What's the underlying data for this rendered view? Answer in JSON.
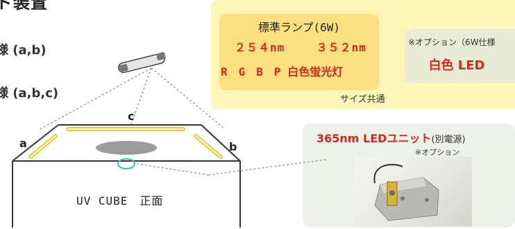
{
  "title": "ド装置",
  "specs": [
    "様 (a,b)",
    "様 (a,b,c)"
  ],
  "lamp_box": {
    "title": "標準ランプ(6W)",
    "wavelength_1": "２５４nm",
    "wavelength_2": "３５２nm",
    "types": "R　G　B　P",
    "white_lamp": "白色蛍光灯"
  },
  "option_box": {
    "label": "※オプション（6W仕様",
    "led": "白色 LED"
  },
  "size_common": "サイズ共通",
  "led_unit": {
    "title": "365nm LEDユニット",
    "sub": "(別電源)",
    "option": "※オプション"
  },
  "labels": {
    "a": "a",
    "b": "b",
    "c": "c"
  },
  "front_label": "UV CUBE　正面",
  "colors": {
    "accent_red": "#d3271d",
    "lamp_yellow": "#fbe07f",
    "panel_yellow": "#fdf6b6",
    "led_circle": "#3bbcb8"
  }
}
